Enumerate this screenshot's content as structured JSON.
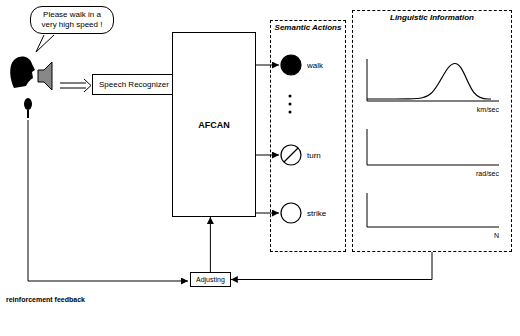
{
  "diagram": {
    "nodes": [
      {
        "text": [
          "Please walk in a very high speed !"
        ]
      },
      {
        "text": [
          "Speech Recognizer"
        ]
      },
      {
        "text": [
          "AFCAN"
        ]
      },
      {
        "text": [
          "Semantic Actions"
        ]
      },
      {
        "text": [
          "walk"
        ],
        "in": 3
      },
      {
        "text": [
          "turn"
        ],
        "in": 3
      },
      {
        "text": [
          "strike"
        ],
        "in": 3
      },
      {
        "text": [
          "Linguistic Information"
        ]
      },
      {
        "text": [
          "km/sec"
        ],
        "in": 7
      },
      {
        "text": [
          "rad/sec"
        ],
        "in": 7
      },
      {
        "text": [
          "N"
        ],
        "in": 7
      },
      {
        "text": [
          "Adjusting"
        ]
      }
    ],
    "edges": [
      {
        "from": 1,
        "to": 2,
        "arrow": "to"
      },
      {
        "from": 2,
        "to": 4,
        "arrow": "to"
      },
      {
        "from": 2,
        "to": 5,
        "arrow": "to"
      },
      {
        "from": 2,
        "to": 6,
        "arrow": "to"
      },
      {
        "from": 11,
        "to": 2,
        "arrow": "to"
      },
      {
        "from": 7,
        "to": 11,
        "arrow": "to"
      }
    ],
    "labels": [
      "reinforcement feedback"
    ]
  }
}
